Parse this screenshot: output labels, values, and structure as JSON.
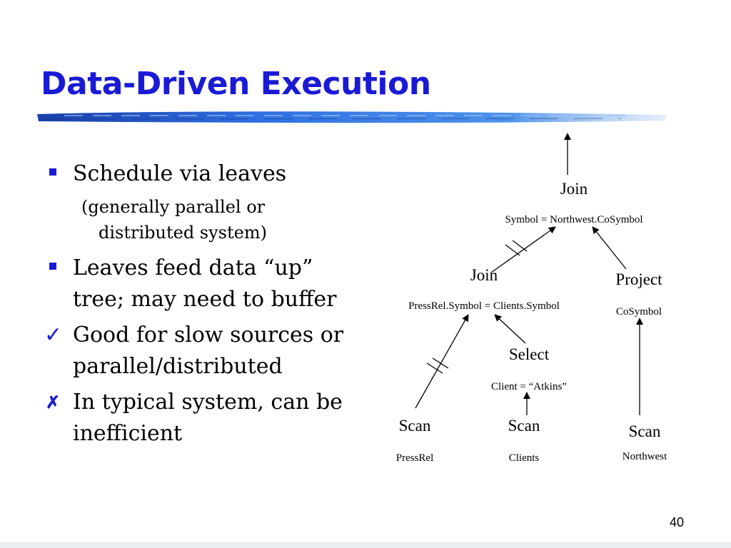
{
  "slide": {
    "title": "Data-Driven Execution",
    "page_number": "40"
  },
  "bullets": [
    {
      "marker": "square-bullet",
      "text": "Schedule via leaves",
      "sub": "(generally parallel or distributed system)"
    },
    {
      "marker": "square-bullet",
      "text": "Leaves feed data “up” tree; may need to buffer"
    },
    {
      "marker": "check-mark",
      "text": "Good for slow sources or parallel/distributed"
    },
    {
      "marker": "cross-mark",
      "text": "In typical system, can be inefficient"
    }
  ],
  "diagram": {
    "root_join": {
      "label": "Join",
      "condition": "Symbol = Northwest.CoSymbol"
    },
    "join": {
      "label": "Join",
      "condition": "PressRel.Symbol = Clients.Symbol"
    },
    "project": {
      "label": "Project",
      "detail": "CoSymbol"
    },
    "select": {
      "label": "Select",
      "detail": "Client = “Atkins”"
    },
    "scan_pressrel": {
      "label": "Scan",
      "detail": "PressRel"
    },
    "scan_clients": {
      "label": "Scan",
      "detail": "Clients"
    },
    "scan_northwest": {
      "label": "Scan",
      "detail": "Northwest"
    }
  },
  "colors": {
    "accent": "#1a1ad6",
    "title": "#1a1ad6"
  }
}
